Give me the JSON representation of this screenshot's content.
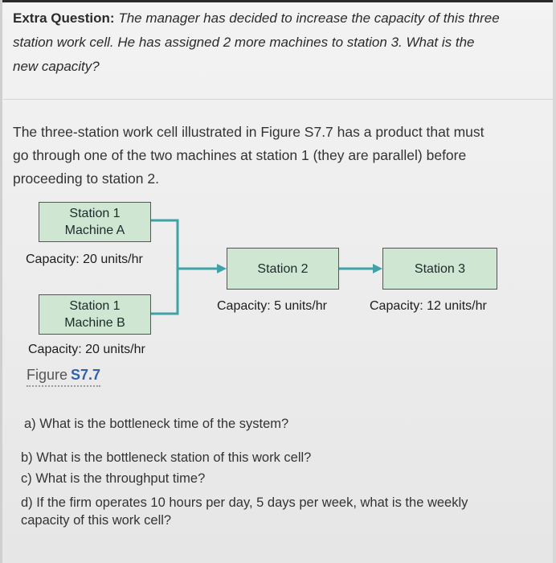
{
  "extra_question": {
    "lead": "Extra Question:",
    "line1": "The manager has decided to increase the capacity of this three",
    "line2": "station work cell. He has assigned 2 more machines to station 3. What is the",
    "line3": "new capacity?"
  },
  "intro": {
    "line1": "The three-station work cell illustrated in Figure S7.7 has a product that must",
    "line2": "go through one of the two machines at station 1 (they are parallel) before",
    "line3": "proceeding to station 2."
  },
  "figure": {
    "station1a": {
      "line1": "Station 1",
      "line2": "Machine A",
      "capacity": "Capacity: 20 units/hr"
    },
    "station1b": {
      "line1": "Station 1",
      "line2": "Machine B",
      "capacity": "Capacity: 20 units/hr"
    },
    "station2": {
      "label": "Station 2",
      "capacity": "Capacity: 5 units/hr"
    },
    "station3": {
      "label": "Station 3",
      "capacity": "Capacity: 12 units/hr"
    },
    "caption_word": "Figure",
    "caption_num": "S7.7",
    "colors": {
      "box_fill": "#cfe6d2",
      "connector": "#3fa3a6",
      "caption_num": "#2f62a8"
    }
  },
  "questions": {
    "a": "a)  What is the bottleneck time of the system?",
    "b": "b) What is the bottleneck station of this work cell?",
    "c": "c) What is the throughput time?",
    "d_line1": "d) If the firm operates 10 hours per day, 5 days per week, what is the weekly",
    "d_line2": "capacity of this work cell?"
  }
}
